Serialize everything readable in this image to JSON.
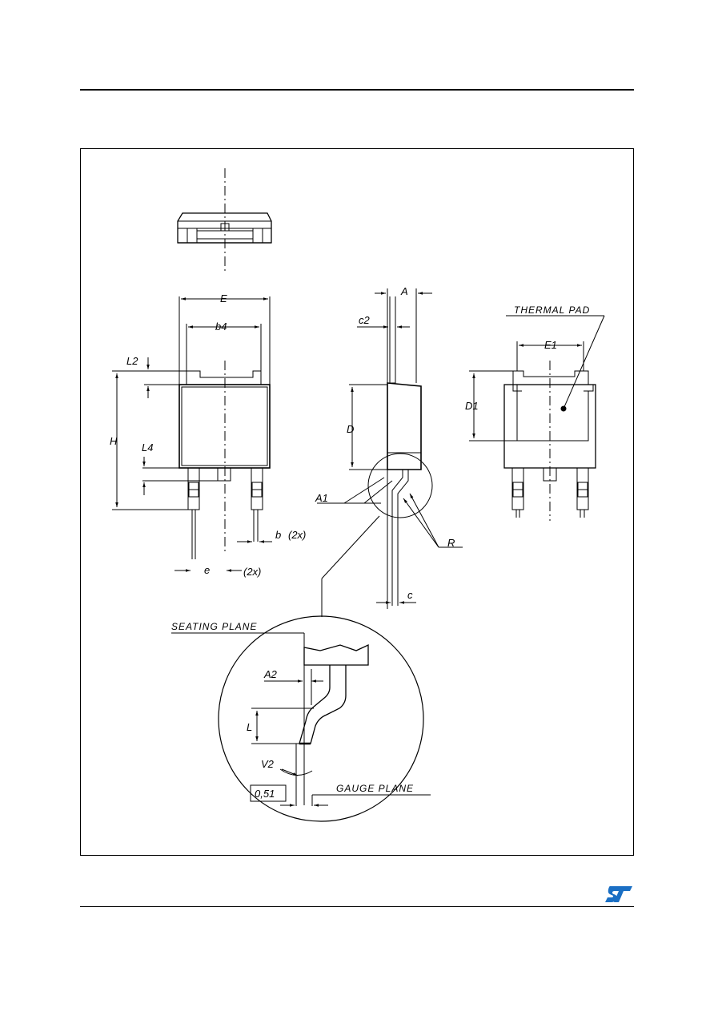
{
  "labels": {
    "E": "E",
    "b4": "b4",
    "L2": "L2",
    "H": "H",
    "L4": "L4",
    "b": "b",
    "b_count": "(2x)",
    "e": "e",
    "e_count": "(2x)",
    "A": "A",
    "c2": "c2",
    "D": "D",
    "A1": "A1",
    "R": "R",
    "c": "c",
    "thermal_pad": "THERMAL  PAD",
    "E1": "E1",
    "D1": "D1",
    "seating_plane": "SEATING  PLANE",
    "A2": "A2",
    "L": "L",
    "V2": "V2",
    "gauge_value": "0,51",
    "gauge_plane": "GAUGE  PLANE"
  },
  "colors": {
    "line": "#000000",
    "logo": "#1a6fc4"
  },
  "logo_icon": "st-logo-icon"
}
